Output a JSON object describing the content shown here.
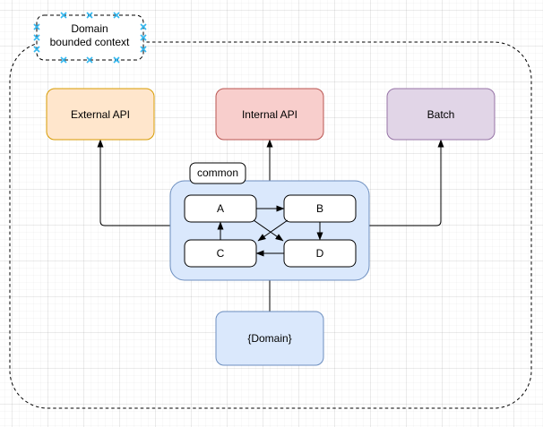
{
  "overlay": {
    "context_label": {
      "lines": [
        "Domain",
        "bounded context"
      ]
    },
    "selection_handle_color": "#33b7ef"
  },
  "nodes": {
    "external_api": {
      "label": "External API",
      "fill": "#FFE6CC",
      "stroke": "#D79B00"
    },
    "internal_api": {
      "label": "Internal API",
      "fill": "#F8CECC",
      "stroke": "#B85450"
    },
    "batch": {
      "label": "Batch",
      "fill": "#E1D5E7",
      "stroke": "#9673A6"
    },
    "common_group": {
      "label": "common",
      "fill": "#DAE8FC",
      "stroke": "#6C8EBF"
    },
    "module_a": {
      "label": "A"
    },
    "module_b": {
      "label": "B"
    },
    "module_c": {
      "label": "C"
    },
    "module_d": {
      "label": "D"
    },
    "domain": {
      "label": "{Domain}",
      "fill": "#DAE8FC",
      "stroke": "#6C8EBF"
    }
  },
  "edges": [
    {
      "from": "common-group",
      "to": "external-api",
      "type": "arrow"
    },
    {
      "from": "common-group",
      "to": "internal-api",
      "type": "arrow"
    },
    {
      "from": "common-group",
      "to": "batch",
      "type": "arrow"
    },
    {
      "from": "A",
      "to": "B",
      "type": "arrow"
    },
    {
      "from": "C",
      "to": "A",
      "type": "arrow"
    },
    {
      "from": "B",
      "to": "D",
      "type": "arrow"
    },
    {
      "from": "D",
      "to": "C",
      "type": "arrow"
    },
    {
      "from": "A",
      "to": "D",
      "type": "arrow"
    },
    {
      "from": "B",
      "to": "C",
      "type": "arrow"
    },
    {
      "from": "common-group",
      "to": "domain",
      "type": "line"
    }
  ],
  "edge_color": "#000000"
}
